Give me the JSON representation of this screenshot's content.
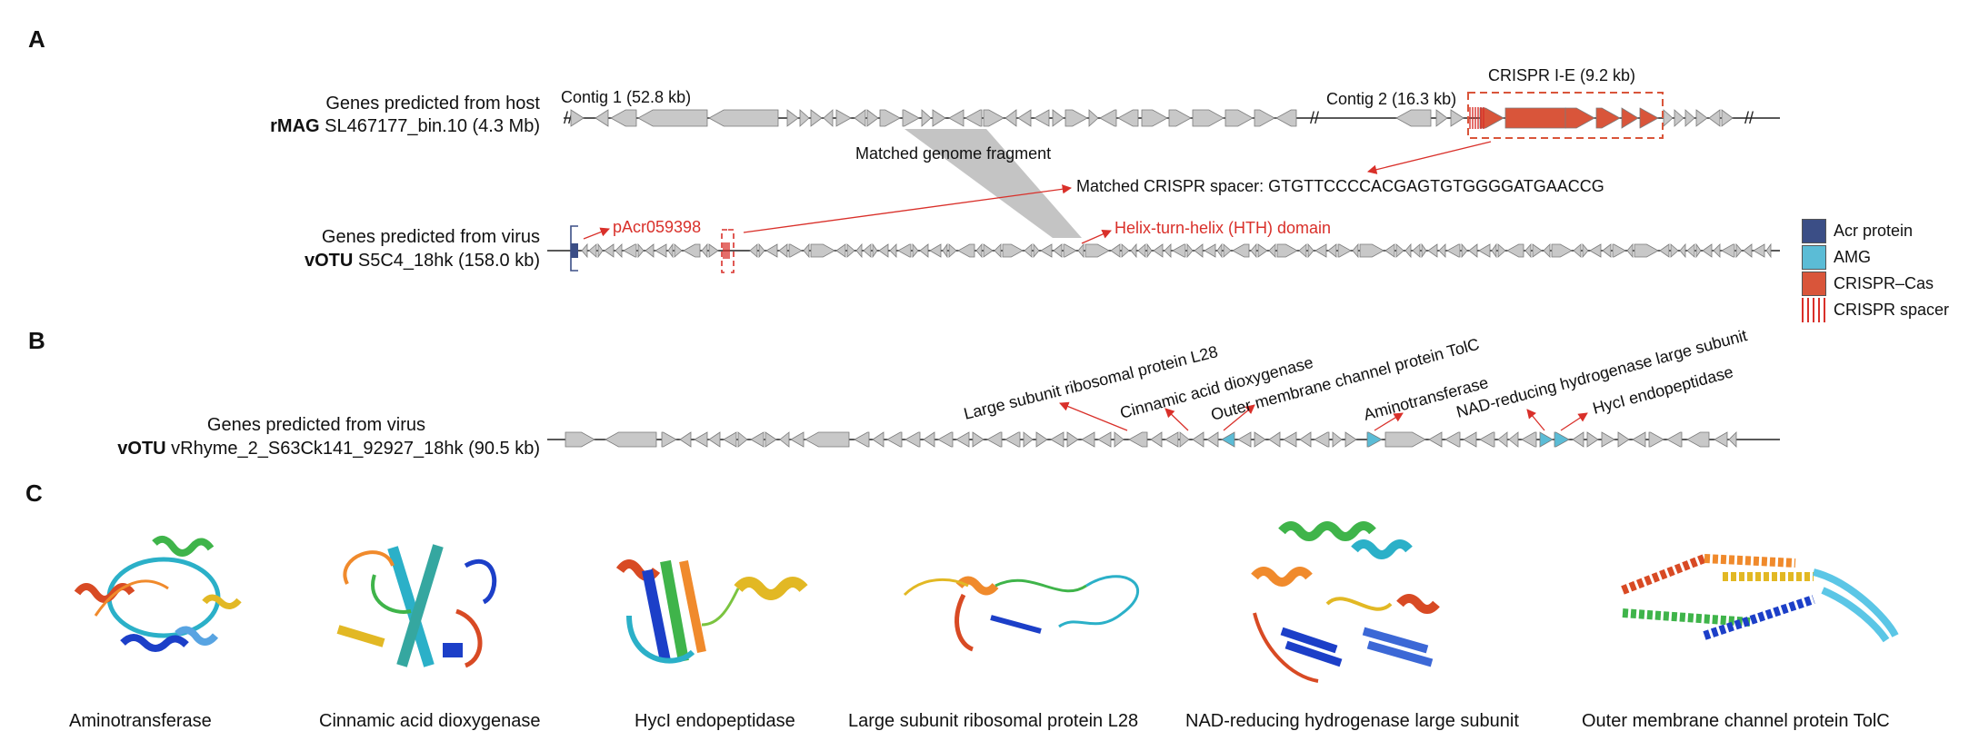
{
  "panels": {
    "a": "A",
    "b": "B",
    "c": "C"
  },
  "host_track": {
    "line1": "Genes predicted from host",
    "line2_bold": "rMAG",
    "line2_rest": " SL467177_bin.10 (4.3 Mb)"
  },
  "virus_track_a": {
    "line1": "Genes predicted from virus",
    "line2_bold": "vOTU",
    "line2_rest": " S5C4_18hk (158.0 kb)"
  },
  "virus_track_b": {
    "line1": "Genes predicted from virus",
    "line2_bold": "vOTU",
    "line2_rest": " vRhyme_2_S63Ck141_92927_18hk (90.5 kb)"
  },
  "contigs": {
    "contig1": "Contig 1 (52.8 kb)",
    "contig2": "Contig 2 (16.3 kb)",
    "crispr_locus": "CRISPR I-E (9.2 kb)"
  },
  "annotations": {
    "matched_fragment": "Matched genome fragment",
    "matched_spacer": "Matched CRISPR spacer: GTGTTCCCCACGAGTGTGGGGATGAACCG",
    "pacr": "pAcr059398",
    "hth": "Helix-turn-helix (HTH) domain"
  },
  "amg_labels": [
    "Large subunit ribosomal protein L28",
    "Cinnamic acid dioxygenase",
    "Outer membrane channel protein TolC",
    "Aminotransferase",
    "NAD-reducing hydrogenase large subunit",
    "HycI endopeptidase"
  ],
  "legend": [
    {
      "label": "Acr protein",
      "color": "#3b4e86",
      "kind": "box"
    },
    {
      "label": "AMG",
      "color": "#5bbcd6",
      "kind": "box"
    },
    {
      "label": "CRISPR–Cas",
      "color": "#d9553a",
      "kind": "box"
    },
    {
      "label": "CRISPR spacer",
      "color": "#d9302a",
      "kind": "spacer"
    }
  ],
  "structure_captions": [
    "Aminotransferase",
    "Cinnamic acid dioxygenase",
    "HycI endopeptidase",
    "Large subunit ribosomal protein L28",
    "NAD-reducing hydrogenase large subunit",
    "Outer membrane channel protein TolC"
  ],
  "colors": {
    "gene": "#c8c8c8",
    "crispr_cas": "#d9553a",
    "annotation": "#d9302a",
    "acr": "#3b4e86",
    "amg": "#5bbcd6",
    "link": "#c4c4c4"
  }
}
